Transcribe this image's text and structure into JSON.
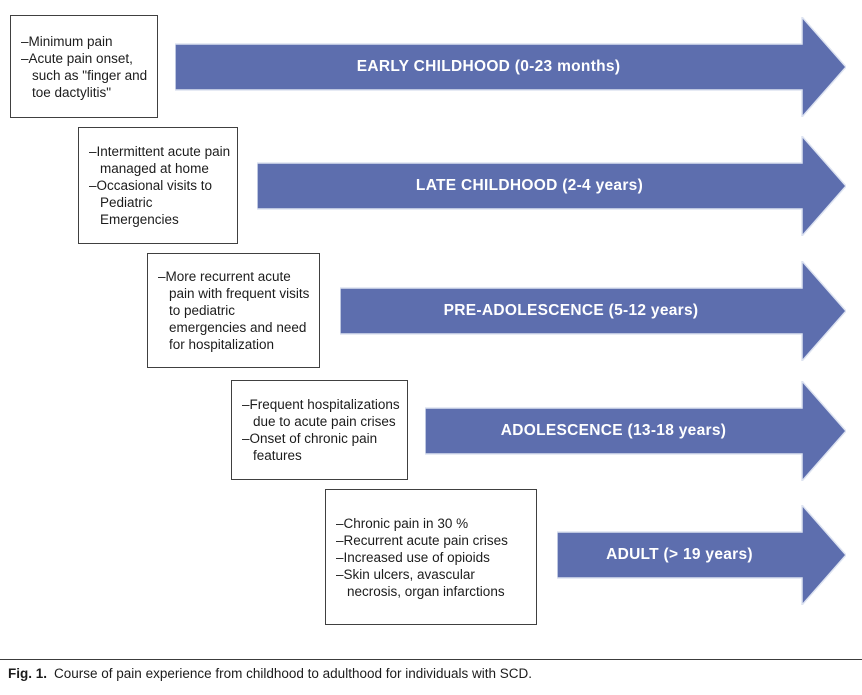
{
  "figure": {
    "caption_label": "Fig. 1.",
    "caption_text": "Course of pain experience from childhood to adulthood for individuals with SCD."
  },
  "colors": {
    "arrow_fill": "#5d6eae",
    "arrow_outline": "#dde3f1",
    "arrow_text": "#ffffff",
    "box_border": "#404040",
    "body_text": "#1c1c1c"
  },
  "stages": [
    {
      "arrow_label": "EARLY CHILDHOOD (0-23 months)",
      "box_items": [
        "Minimum pain",
        "Acute pain onset, such as \"finger and toe dactylitis\""
      ]
    },
    {
      "arrow_label": "LATE CHILDHOOD (2-4 years)",
      "box_items": [
        "Intermittent acute pain managed at home",
        "Occasional visits to Pediatric Emergencies"
      ]
    },
    {
      "arrow_label": "PRE-ADOLESCENCE (5-12 years)",
      "box_items": [
        "More recurrent acute pain with frequent visits to pediatric emergencies and need for hospitalization"
      ]
    },
    {
      "arrow_label": "ADOLESCENCE (13-18 years)",
      "box_items": [
        "Frequent hospitalizations due to acute pain crises",
        "Onset of chronic pain features"
      ]
    },
    {
      "arrow_label": "ADULT (> 19 years)",
      "box_items": [
        "Chronic pain in 30 %",
        "Recurrent acute pain crises",
        "Increased use of opioids",
        "Skin ulcers, avascular necrosis, organ infarctions"
      ]
    }
  ]
}
